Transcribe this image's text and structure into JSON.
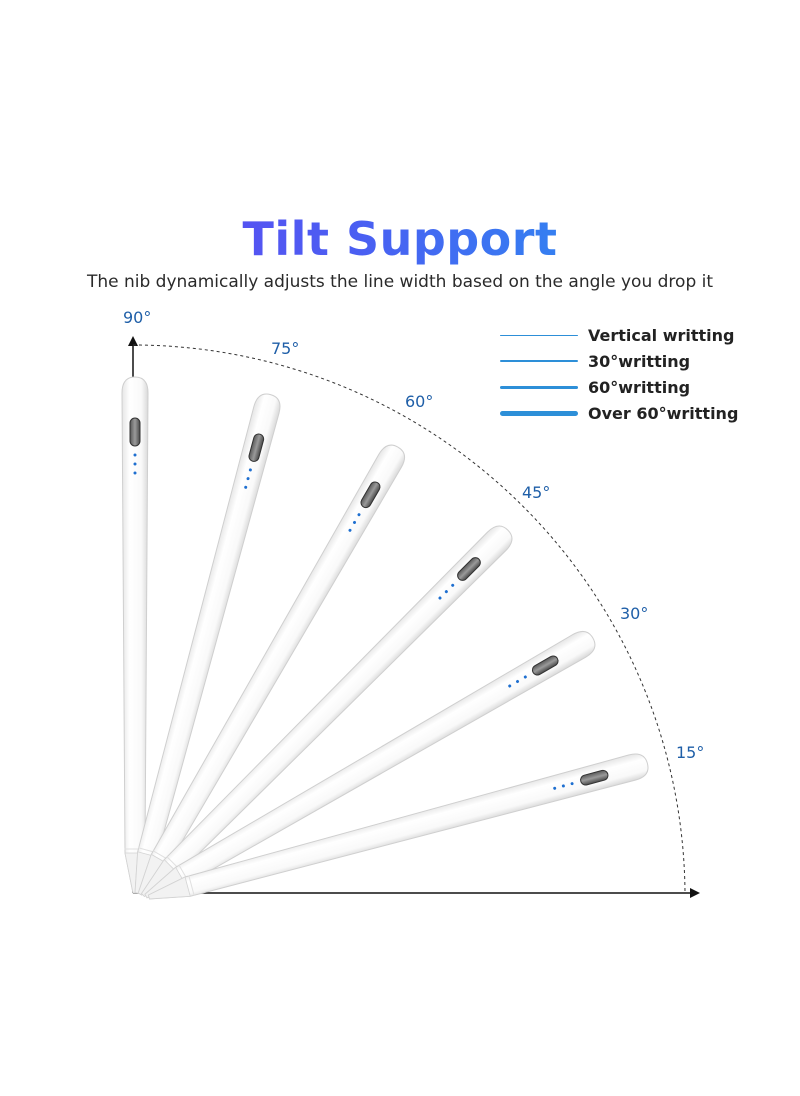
{
  "title": "Tilt Support",
  "subtitle": "The nib dynamically adjusts the line width based on the angle you drop it",
  "angles": [
    "90°",
    "75°",
    "60°",
    "45°",
    "30°",
    "15°"
  ],
  "legend": [
    {
      "label": "Vertical writting"
    },
    {
      "label": "30°writting"
    },
    {
      "label": "60°writting"
    },
    {
      "label": "Over 60°writting"
    }
  ],
  "colors": {
    "title_start": "#6a3df0",
    "title_end": "#1ba6f0",
    "angle_text": "#1f5fa8",
    "legend_line": "#2d8fd8",
    "led_dots": "#1e6fd0"
  },
  "icons": [
    "stylus-pen",
    "charging-port",
    "led-indicator-dots",
    "arrow-icon"
  ]
}
